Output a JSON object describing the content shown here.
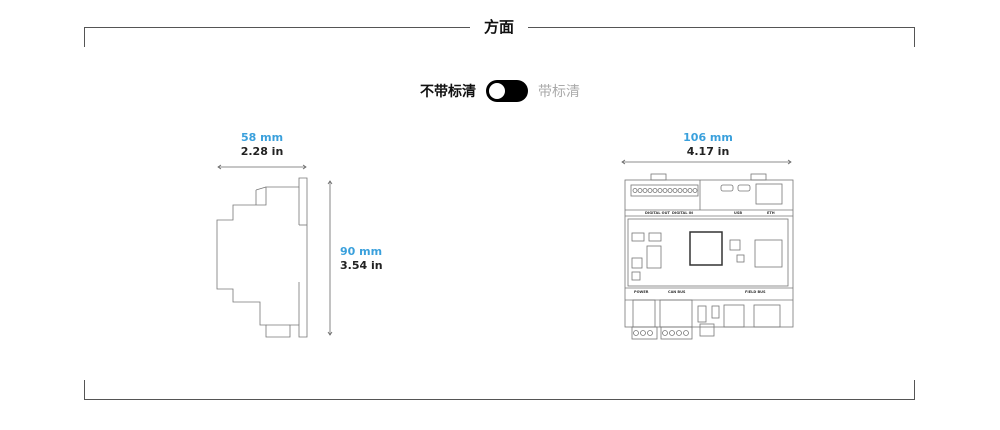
{
  "section": {
    "title": "方面"
  },
  "toggle": {
    "label_off": "不带标清",
    "label_on": "带标清",
    "state": "off"
  },
  "side_view": {
    "width_mm": "58 mm",
    "width_in": "2.28 in",
    "height_mm": "90 mm",
    "height_in": "3.54 in"
  },
  "front_view": {
    "width_mm": "106 mm",
    "width_in": "4.17 in"
  },
  "colors": {
    "metric": "#3aa0dc",
    "frame": "#555555"
  }
}
